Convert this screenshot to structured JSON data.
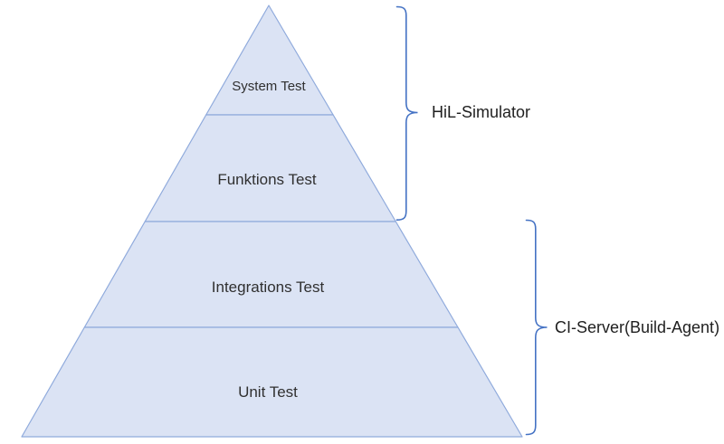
{
  "pyramid": {
    "levels": [
      {
        "label": "System Test"
      },
      {
        "label": "Funktions Test"
      },
      {
        "label": "Integrations Test"
      },
      {
        "label": "Unit Test"
      }
    ],
    "fill_color": "#dbe3f4",
    "border_color": "#8faadc",
    "text_color": "#303030"
  },
  "brackets": [
    {
      "label": "HiL-Simulator",
      "covers_levels": [
        "System Test",
        "Funktions Test"
      ]
    },
    {
      "label": "CI-Server(Build-Agent)",
      "covers_levels": [
        "Integrations Test",
        "Unit Test"
      ]
    }
  ],
  "bracket_color": "#4472c4",
  "background_color": "#ffffff"
}
